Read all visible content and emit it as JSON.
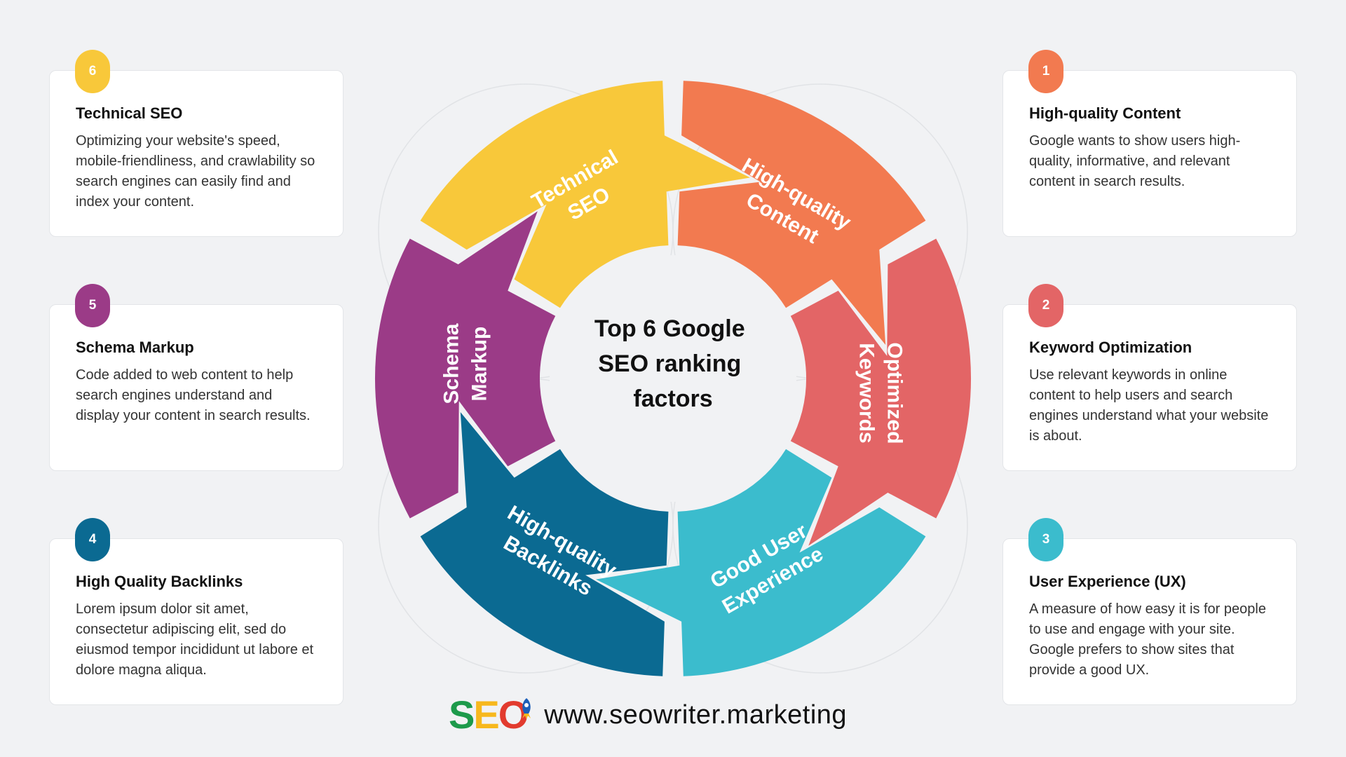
{
  "diagram": {
    "title_lines": [
      "Top 6 Google",
      "SEO ranking",
      "factors"
    ],
    "segments": [
      {
        "id": "tech",
        "lines": [
          "Technical",
          "SEO"
        ],
        "color": "#f8c83a"
      },
      {
        "id": "content",
        "lines": [
          "High-quality",
          "Content"
        ],
        "color": "#f27a50"
      },
      {
        "id": "keywords",
        "lines": [
          "Optimized",
          "Keywords"
        ],
        "color": "#e36566"
      },
      {
        "id": "ux",
        "lines": [
          "Good User",
          "Experience"
        ],
        "color": "#3bbccd"
      },
      {
        "id": "backlinks",
        "lines": [
          "High-quality",
          "Backlinks"
        ],
        "color": "#0b6a92"
      },
      {
        "id": "schema",
        "lines": [
          "Schema",
          "Markup"
        ],
        "color": "#9b3b87"
      }
    ]
  },
  "cards": [
    {
      "number": "6",
      "color": "#f8c83a",
      "title": "Technical SEO",
      "text": "Optimizing your website's speed, mobile-friendliness, and crawlability so search engines can easily find and index your content."
    },
    {
      "number": "5",
      "color": "#9b3b87",
      "title": "Schema Markup",
      "text": "Code added to web content to help search engines understand and display your content in search results."
    },
    {
      "number": "4",
      "color": "#0b6a92",
      "title": "High Quality Backlinks",
      "text": "Lorem ipsum dolor sit amet, consectetur adipiscing elit, sed do eiusmod tempor incididunt ut labore et dolore magna aliqua."
    },
    {
      "number": "1",
      "color": "#f27a50",
      "title": "High-quality Content",
      "text": "Google wants to show users high-quality, informative, and relevant content in search results."
    },
    {
      "number": "2",
      "color": "#e36566",
      "title": "Keyword Optimization",
      "text": "Use relevant keywords in online content to help users and search engines understand what your website is about."
    },
    {
      "number": "3",
      "color": "#3bbccd",
      "title": "User Experience (UX)",
      "text": "A measure of how easy it is for people to use and engage with your site. Google prefers to show sites that provide a good UX."
    }
  ],
  "footer": {
    "logo_s": "S",
    "logo_e": "E",
    "logo_o": "O",
    "logo_colors": {
      "s": "#1d9a4b",
      "e": "#f7b81d",
      "o": "#e23b2e"
    },
    "url": "www.seowriter.marketing"
  }
}
